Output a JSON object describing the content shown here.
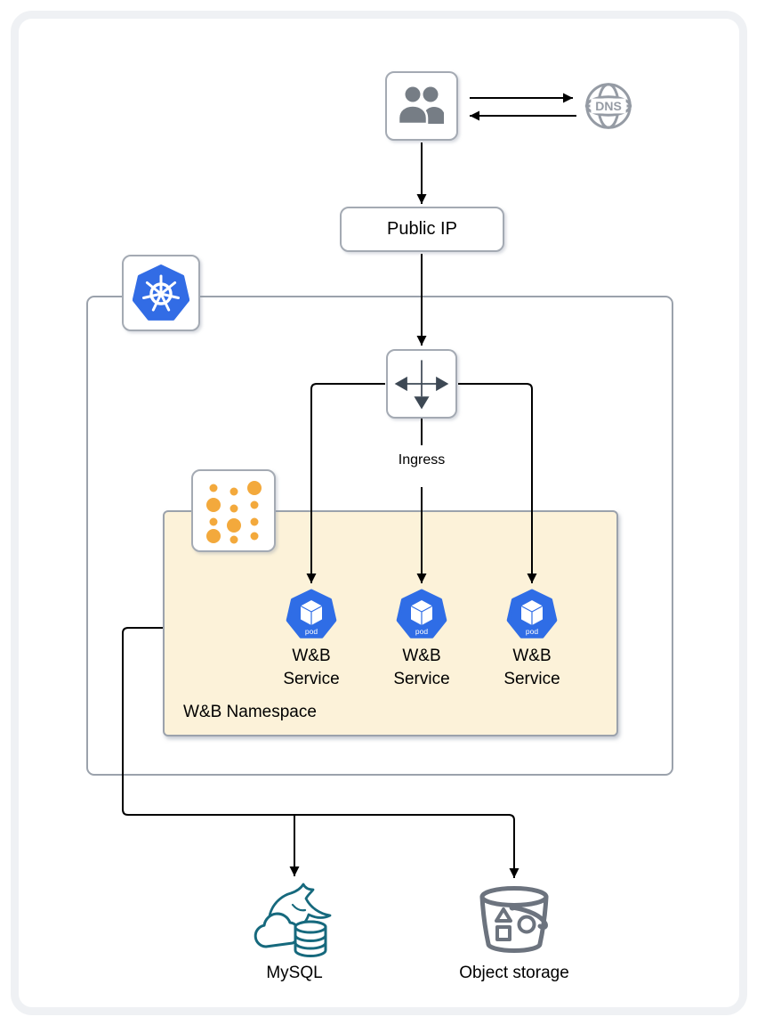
{
  "colors": {
    "kubernetes_blue": "#326CE5",
    "pod_blue": "#2F6DE6",
    "namespace_fill": "#FCF2D9",
    "namespace_dot_orange": "#F3A93C",
    "box_border_gray": "#A4AAB3",
    "container_border_gray": "#9BA2AC",
    "arrow_black": "#000000",
    "ingress_glyph_slate": "#3D4854",
    "mysql_teal": "#16697D",
    "bucket_gray": "#6C737E",
    "dns_gray": "#959BA4",
    "users_gray": "#767D85"
  },
  "nodes": {
    "users": {
      "icon": "users-icon"
    },
    "dns": {
      "icon": "dns-globe-icon",
      "label": "DNS"
    },
    "public_ip": {
      "label": "Public IP"
    },
    "kubernetes_cluster": {
      "icon": "kubernetes-icon"
    },
    "ingress": {
      "icon": "ingress-icon",
      "label": "Ingress"
    },
    "namespace": {
      "icon": "namespace-icon",
      "label": "W&B Namespace"
    },
    "pods": [
      {
        "icon": "pod-icon",
        "badge": "pod",
        "label": "W&B",
        "sublabel": "Service"
      },
      {
        "icon": "pod-icon",
        "badge": "pod",
        "label": "W&B",
        "sublabel": "Service"
      },
      {
        "icon": "pod-icon",
        "badge": "pod",
        "label": "W&B",
        "sublabel": "Service"
      }
    ],
    "mysql": {
      "icon": "mysql-icon",
      "label": "MySQL"
    },
    "object_storage": {
      "icon": "bucket-icon",
      "label": "Object storage"
    }
  },
  "edges": [
    {
      "from": "users",
      "to": "dns"
    },
    {
      "from": "dns",
      "to": "users"
    },
    {
      "from": "users",
      "to": "public_ip"
    },
    {
      "from": "public_ip",
      "to": "ingress"
    },
    {
      "from": "ingress",
      "to": "pod-1"
    },
    {
      "from": "ingress",
      "to": "pod-2"
    },
    {
      "from": "ingress",
      "to": "pod-3"
    },
    {
      "from": "namespace",
      "to": "mysql"
    },
    {
      "from": "namespace",
      "to": "object_storage"
    }
  ]
}
